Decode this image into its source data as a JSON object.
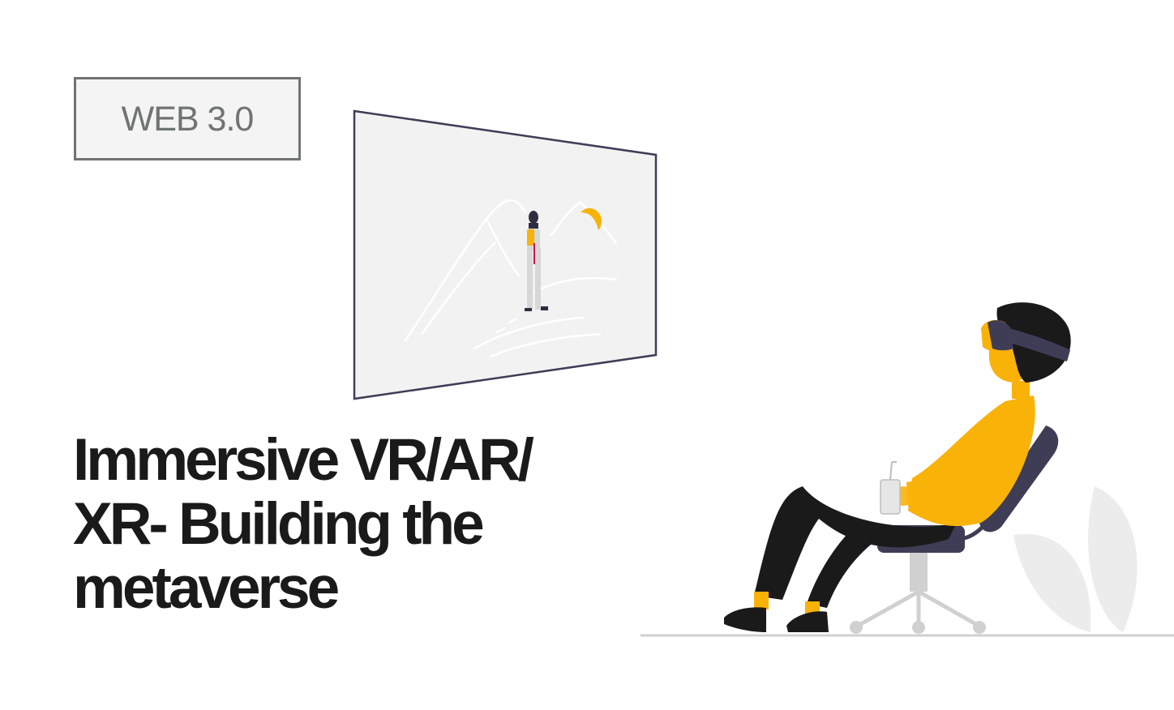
{
  "badge": {
    "label": "WEB 3.0"
  },
  "headline": {
    "lines": [
      "Immersive VR/AR/",
      "XR- Building the",
      "metaverse"
    ]
  },
  "colors": {
    "accent_yellow": "#f9b208",
    "dark_purple": "#3f3d56",
    "text_dark": "#1a1a1a",
    "badge_gray": "#6f7472",
    "screen_fill": "#f2f2f2",
    "ground_line": "#d0d0d0"
  },
  "illustration": {
    "screen": "projection-screen",
    "person": "seated-person-with-vr-headset"
  }
}
